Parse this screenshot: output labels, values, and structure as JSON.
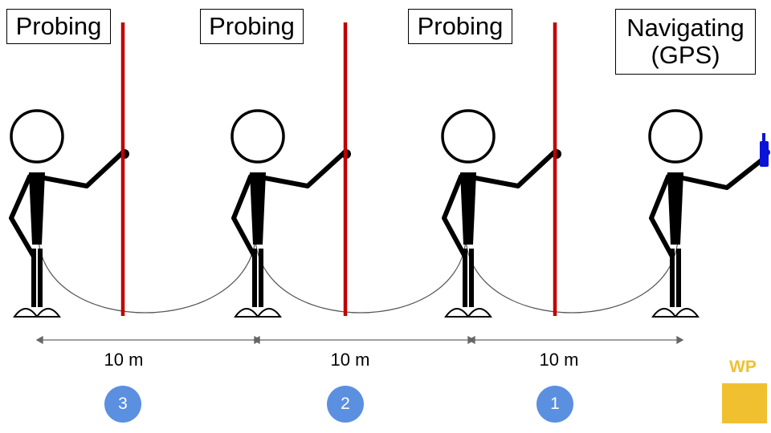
{
  "people": [
    {
      "role": "Probing",
      "badge": "3",
      "tool": "probe"
    },
    {
      "role": "Probing",
      "badge": "2",
      "tool": "probe"
    },
    {
      "role": "Probing",
      "badge": "1",
      "tool": "probe"
    },
    {
      "role_line1": "Navigating",
      "role_line2": "(GPS)",
      "tool": "gps"
    }
  ],
  "distances": [
    "10 m",
    "10 m",
    "10 m"
  ],
  "waypoint": {
    "label": "WP",
    "color": "#f0c030"
  },
  "colors": {
    "probe": "#c00000",
    "gps": "#0a14d8",
    "badge": "#5b8fe0",
    "rope": "#555555"
  }
}
